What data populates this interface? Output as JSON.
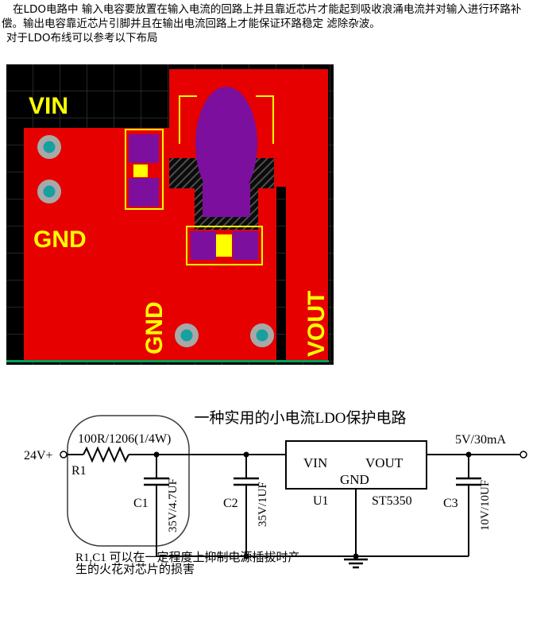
{
  "intro": {
    "line1": "在LDO电路中 输入电容要放置在输入电流的回路上并且靠近芯片才能起到吸收浪涌电流并对输入进行环路补",
    "line2": "偿。输出电容靠近芯片引脚并且在输出电流回路上才能保证环路稳定 滤除杂波。",
    "line3": "对于LDO布线可以参考以下布局"
  },
  "pcb": {
    "labels": {
      "vin": "VIN",
      "gnd_left": "GND",
      "gnd_bottom": "GND",
      "vout": "VOUT"
    },
    "colors": {
      "background": "#000000",
      "copper": "#e60000",
      "component_pad": "#7d0f9e",
      "pad_ring": "#a8a8a8",
      "pad_hole": "#16a0a0",
      "highlight": "#ffff00",
      "grid": "#262626",
      "bottom_rail": "#00a05a"
    }
  },
  "schematic": {
    "title": "一种实用的小电流LDO保护电路",
    "input_label": "24V+",
    "output_label": "5V/30mA",
    "r1": {
      "ref": "R1",
      "value": "100R/1206(1/4W)"
    },
    "c1": {
      "ref": "C1",
      "value": "35V/4.7UF"
    },
    "c2": {
      "ref": "C2",
      "value": "35V/1UF"
    },
    "c3": {
      "ref": "C3",
      "value": "10V/10UF"
    },
    "u1": {
      "ref": "U1",
      "part": "ST5350",
      "pin_vin": "VIN",
      "pin_vout": "VOUT",
      "pin_gnd": "GND"
    },
    "note_line1": "R1,C1 可以在一定程度上抑制电源插拔时产",
    "note_line2": "生的火花对芯片的损害"
  }
}
